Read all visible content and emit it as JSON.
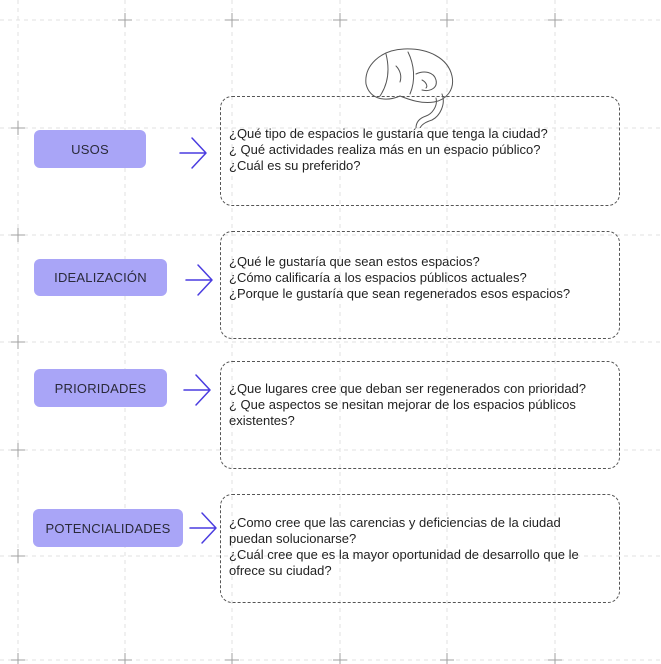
{
  "rows": [
    {
      "label": "USOS",
      "questions": "¿Qué tipo de espacios le gustaría que tenga la ciudad?\n¿ Qué actividades realiza más en un espacio público?\n¿Cuál es su preferido?"
    },
    {
      "label": "IDEALIZACIÓN",
      "questions": "¿Qué le gustaría que sean estos espacios?\n¿Cómo calificaría a los espacios públicos actuales?\n¿Porque le gustaría que sean regenerados esos espacios?"
    },
    {
      "label": "PRIORIDADES",
      "questions": "¿Que lugares cree que deban ser regenerados con prioridad?\n¿ Que aspectos se nesitan mejorar de los espacios públicos\nexistentes?"
    },
    {
      "label": "POTENCIALIDADES",
      "questions": "¿Como cree que las carencias y deficiencias de la ciudad\npuedan solucionarse?\n¿Cuál cree que es la mayor oportunidad de desarrollo que le\nofrece su ciudad?"
    }
  ],
  "colors": {
    "pill": "#a9a5f7",
    "arrow": "#4a3ce0",
    "border": "#555555"
  },
  "icons": {
    "top_illustration": "pinching-hand-icon",
    "arrow": "arrow-right-icon"
  }
}
